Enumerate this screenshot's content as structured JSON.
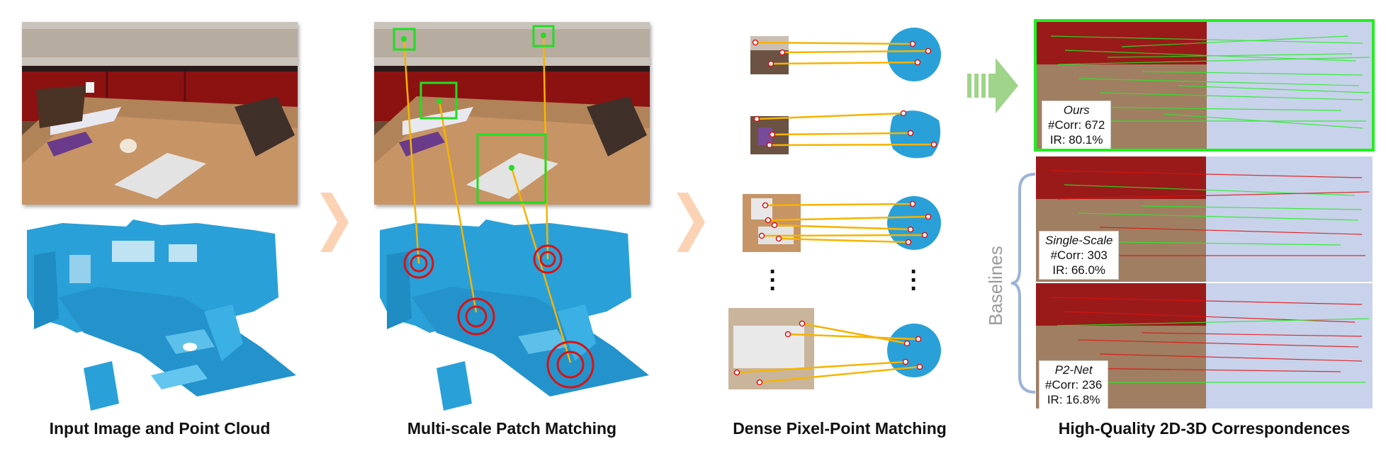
{
  "captions": {
    "input": "Input Image and Point Cloud",
    "patch": "Multi-scale Patch Matching",
    "dense": "Dense Pixel-Point Matching",
    "result": "High-Quality 2D-3D Correspondences"
  },
  "results": {
    "ours": {
      "method": "Ours",
      "corr": "#Corr: 672",
      "ir": "IR: 80.1%"
    },
    "single": {
      "method": "Single-Scale",
      "corr": "#Corr: 303",
      "ir": "IR: 66.0%"
    },
    "p2net": {
      "method": "P2-Net",
      "corr": "#Corr: 236",
      "ir": "IR: 16.8%"
    }
  },
  "baselines_label": "Baselines",
  "colors": {
    "point_cloud": "#2aa0d8",
    "patch_box": "#22dd22",
    "match_line": "#f5b400",
    "circle": "#dd1111",
    "chevron": "#fbd3b4",
    "big_arrow": "#9fd48a",
    "highlight": "#22ee22",
    "brace": "#9db3d9"
  }
}
